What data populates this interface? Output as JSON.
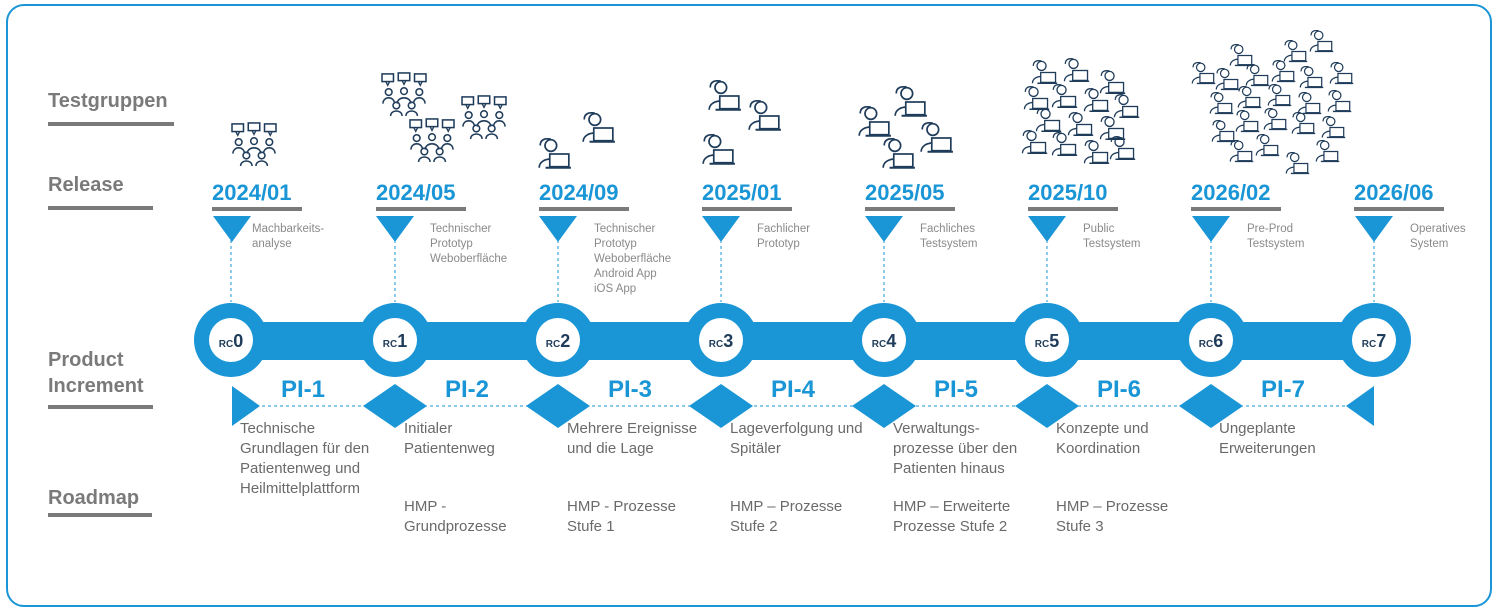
{
  "rows": {
    "testgruppen": "Testgruppen",
    "release": "Release",
    "product_increment": "Product\nIncrement",
    "roadmap": "Roadmap"
  },
  "colors": {
    "accent": "#1a96d6",
    "icon": "#1f3c5a",
    "text_gray": "#7a7a7a"
  },
  "releases": [
    {
      "date": "2024/01",
      "desc": "Machbarkeits-\nanalyse",
      "rc_prefix": "RC",
      "rc_num": "0"
    },
    {
      "date": "2024/05",
      "desc": "Technischer\nPrototyp\nWeboberfläche",
      "rc_prefix": "RC",
      "rc_num": "1"
    },
    {
      "date": "2024/09",
      "desc": "Technischer\nPrototyp\nWeboberfläche\nAndroid App\niOS App",
      "rc_prefix": "RC",
      "rc_num": "2"
    },
    {
      "date": "2025/01",
      "desc": "Fachlicher\nPrototyp",
      "rc_prefix": "RC",
      "rc_num": "3"
    },
    {
      "date": "2025/05",
      "desc": "Fachliches\nTestsystem",
      "rc_prefix": "RC",
      "rc_num": "4"
    },
    {
      "date": "2025/10",
      "desc": "Public\nTestsystem",
      "rc_prefix": "RC",
      "rc_num": "5"
    },
    {
      "date": "2026/02",
      "desc": "Pre-Prod\nTestsystem",
      "rc_prefix": "RC",
      "rc_num": "6"
    },
    {
      "date": "2026/06",
      "desc": "Operatives\nSystem",
      "rc_prefix": "RC",
      "rc_num": "7"
    }
  ],
  "increments": [
    {
      "label": "PI-1",
      "desc": "Technische\nGrundlagen für den\nPatientenweg und\nHeilmittelplattform",
      "hmp": ""
    },
    {
      "label": "PI-2",
      "desc": "Initialer\nPatientenweg",
      "hmp": "HMP -\nGrundprozesse"
    },
    {
      "label": "PI-3",
      "desc": "Mehrere Ereignisse\nund die Lage",
      "hmp": "HMP - Prozesse\nStufe 1"
    },
    {
      "label": "PI-4",
      "desc": "Lageverfolgung und\nSpitäler",
      "hmp": "HMP – Prozesse\nStufe 2"
    },
    {
      "label": "PI-5",
      "desc": "Verwaltungs-\nprozesse über den\nPatienten hinaus",
      "hmp": "HMP – Erweiterte\nProzesse Stufe 2"
    },
    {
      "label": "PI-6",
      "desc": "Konzepte und\nKoordination",
      "hmp": "HMP – Prozesse\nStufe 3"
    },
    {
      "label": "PI-7",
      "desc": "Ungeplante\nErweiterungen",
      "hmp": ""
    }
  ],
  "testgroup_icons": [
    {
      "icon": "user-group-chat-icon"
    },
    {
      "icon": "multiple-user-groups-chat-icon"
    },
    {
      "icon": "two-users-laptop-icon"
    },
    {
      "icon": "three-users-laptop-icon"
    },
    {
      "icon": "four-users-laptop-icon"
    },
    {
      "icon": "many-users-laptop-icon"
    },
    {
      "icon": "crowd-users-laptop-icon"
    }
  ]
}
